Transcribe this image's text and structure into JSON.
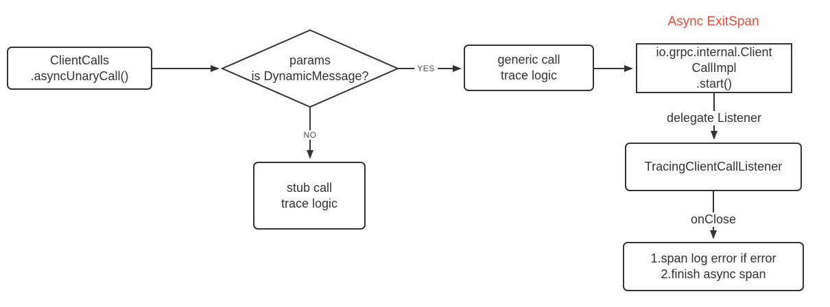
{
  "annotation": "Async ExitSpan",
  "nodes": {
    "clientcalls": {
      "lines": [
        "ClientCalls",
        ".asyncUnaryCall()"
      ]
    },
    "decision": {
      "lines": [
        "params",
        "is DynamicMessage?"
      ]
    },
    "generic": {
      "lines": [
        "generic call",
        "trace logic"
      ]
    },
    "clientcallimpl": {
      "lines": [
        "io.grpc.internal.Client",
        "CallImpl",
        ".start()"
      ]
    },
    "stub": {
      "lines": [
        "stub call",
        "trace logic"
      ]
    },
    "tracing": {
      "lines": [
        "TracingClientCallListener"
      ]
    },
    "result": {
      "lines": [
        "1.span log error if error",
        "2.finish async span"
      ]
    }
  },
  "edge_labels": {
    "yes": "YES",
    "no": "NO",
    "delegate": "delegate Listener",
    "onclose": "onClose"
  },
  "colors": {
    "stroke": "#333333",
    "text": "#333333",
    "edge_label_text": "#4d4d4d",
    "accent_red": "#f24a3c",
    "background": "#ffffff"
  }
}
